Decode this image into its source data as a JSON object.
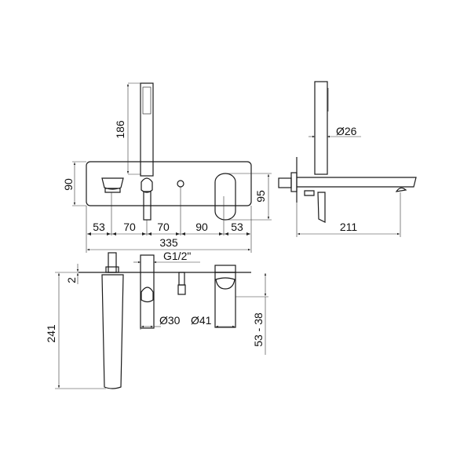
{
  "front_view": {
    "dims": {
      "handshower_height": "186",
      "plate_height": "90",
      "lever_height": "95",
      "spacing": [
        "53",
        "70",
        "70",
        "90",
        "53"
      ],
      "total_width": "335"
    }
  },
  "side_view": {
    "dims": {
      "handshower_diameter": "Ø26",
      "spout_projection": "211"
    }
  },
  "top_view": {
    "dims": {
      "plate_thickness": "2",
      "spout_length": "241",
      "thread": "G1/2\"",
      "diverter_diameter": "Ø30",
      "lever_diameter": "Ø41",
      "lever_projection": "53 - 38"
    }
  },
  "colors": {
    "line": "#1a1a1a"
  }
}
